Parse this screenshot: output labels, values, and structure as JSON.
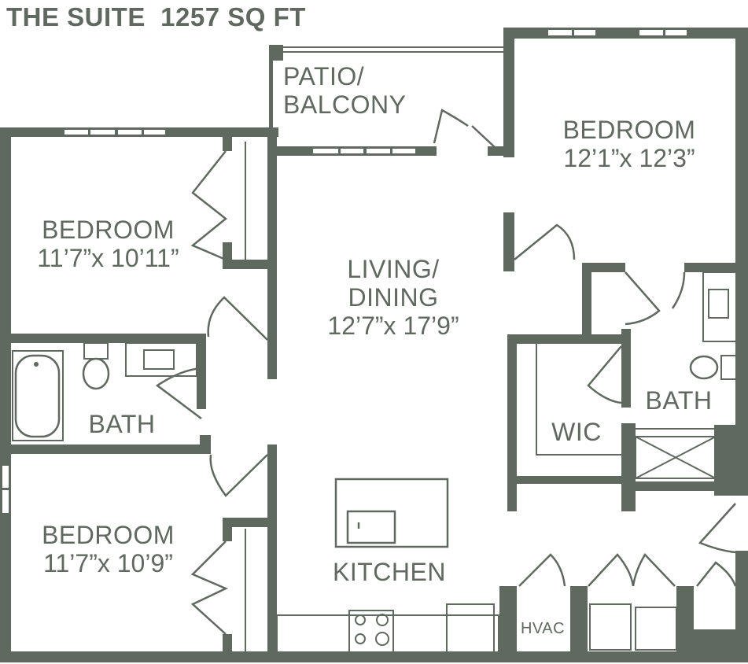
{
  "title": "THE SUITE  1257 SQ FT",
  "plan_name": "THE SUITE",
  "square_feet": "1257 SQ FT",
  "colors": {
    "wall": "#5f695f",
    "background": "#ffffff"
  },
  "rooms": {
    "patio": {
      "name": "PATIO/",
      "name2": "BALCONY"
    },
    "bedroom_ne": {
      "name": "BEDROOM",
      "dims": "12’1”x 12’3”"
    },
    "bedroom_nw": {
      "name": "BEDROOM",
      "dims": "11’7”x 10’11”"
    },
    "living": {
      "name": "LIVING/",
      "name2": "DINING",
      "dims": "12’7”x 17’9”"
    },
    "bath_w": {
      "name": "BATH"
    },
    "bath_e": {
      "name": "BATH"
    },
    "wic": {
      "name": "WIC"
    },
    "bedroom_sw": {
      "name": "BEDROOM",
      "dims": "11’7”x 10’9”"
    },
    "kitchen": {
      "name": "KITCHEN"
    },
    "hvac": {
      "name": "HVAC"
    }
  }
}
